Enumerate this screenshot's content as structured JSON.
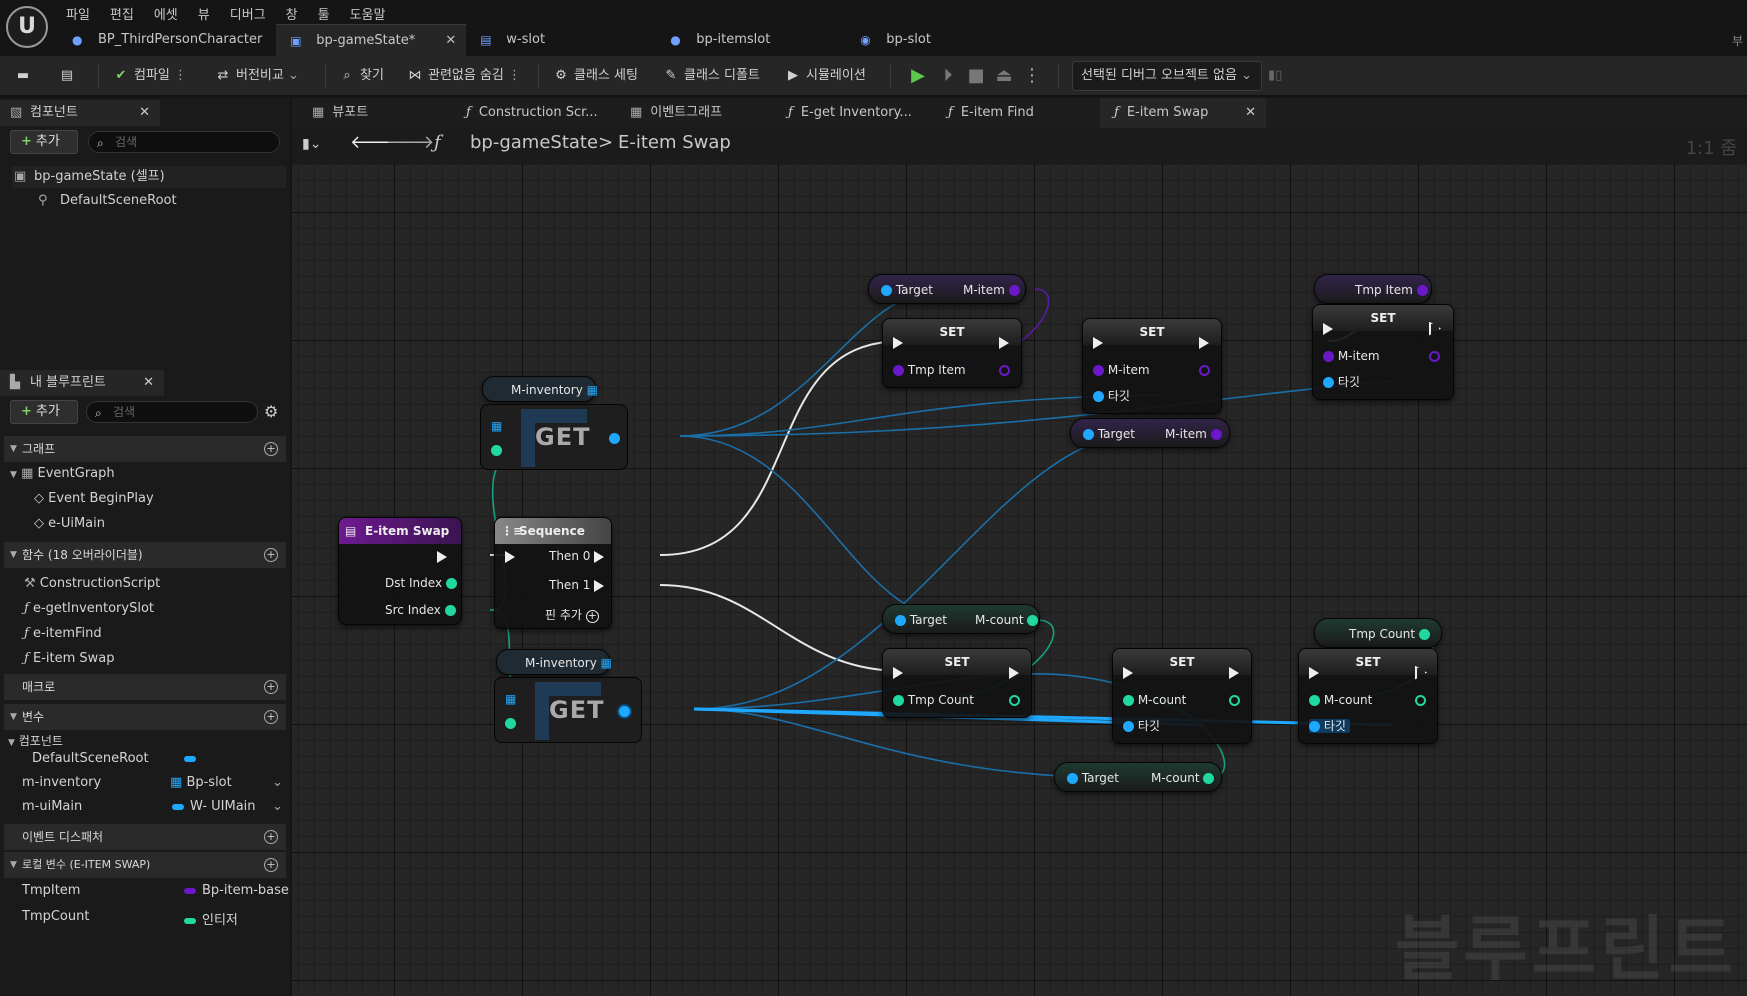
{
  "menu": [
    "파일",
    "편집",
    "에셋",
    "뷰",
    "디버그",
    "창",
    "툴",
    "도움말"
  ],
  "doc_tabs": [
    {
      "label": "BP_ThirdPersonCharacter",
      "icon": "character-icon",
      "active": false
    },
    {
      "label": "bp-gameState*",
      "icon": "blueprint-icon",
      "active": true
    },
    {
      "label": "w-slot",
      "icon": "widget-icon",
      "active": false
    },
    {
      "label": "bp-itemslot",
      "icon": "character-icon",
      "active": false
    },
    {
      "label": "bp-slot",
      "icon": "object-icon",
      "active": false
    }
  ],
  "far_right": "부",
  "toolbar": {
    "compile": "컴파일",
    "diff": "버전비교",
    "find": "찾기",
    "hide_unrelated": "관련없음 숨김",
    "class_settings": "클래스 세팅",
    "class_defaults": "클래스 디폴트",
    "simulation": "시뮬레이션",
    "debug_object": "선택된 디버그 오브젝트 없음"
  },
  "components_panel": {
    "title": "컴포넌트",
    "add": "추가",
    "search_placeholder": "검색",
    "root": "bp-gameState (셀프)",
    "child": "DefaultSceneRoot"
  },
  "mybp_panel": {
    "title": "내 블루프린트",
    "add": "추가",
    "search_placeholder": "검색",
    "graphs_section": "그래프",
    "event_graph": "EventGraph",
    "begin_play": "Event BeginPlay",
    "ui_main": "e-UiMain",
    "functions_section": "함수 (18 오버라이더블)",
    "functions": [
      "ConstructionScript",
      "e-getInventorySlot",
      "e-itemFind",
      "E-item Swap"
    ],
    "macros_section": "매크로",
    "variables_section": "변수",
    "components_sub": "컴포넌트",
    "variables": [
      {
        "name": "DefaultSceneRoot",
        "type": ""
      },
      {
        "name": "m-inventory",
        "type": "Bp-slot"
      },
      {
        "name": "m-uiMain",
        "type": "W- UIMain"
      }
    ],
    "dispatchers_section": "이벤트 디스패처",
    "locals_section": "로컬 변수 (E-ITEM SWAP)",
    "locals": [
      {
        "name": "TmpItem",
        "type": "Bp-item-base"
      },
      {
        "name": "TmpCount",
        "type": "인티저"
      }
    ]
  },
  "graph_tabs": [
    "뷰포트",
    "Construction Scr...",
    "이벤트그래프",
    "E-get Inventory...",
    "E-item Find",
    "E-item Swap"
  ],
  "breadcrumb": {
    "root": "bp-gameState",
    "sep": ">",
    "current": "E-item Swap"
  },
  "zoom": "1:1 줌",
  "watermark": "블루프린트",
  "nodes": {
    "func_entry": {
      "title": "E-item Swap",
      "pin1": "Dst Index",
      "pin2": "Src Index"
    },
    "sequence": {
      "title": "Sequence",
      "then0": "Then 0",
      "then1": "Then 1",
      "add_pin": "핀 추가"
    },
    "inv_var": "M-inventory",
    "get": "GET",
    "set": "SET",
    "target": "Target",
    "m_item": "M-item",
    "m_count": "M-count",
    "tmp_item": "Tmp Item",
    "tmp_count": "Tmp Count",
    "target_kr": "타깃"
  },
  "colors": {
    "object_pin": "#1ea8ff",
    "struct_pin": "#6a18c8",
    "int_pin": "#21d8a0",
    "exec": "#eeeeee",
    "func_header": "#6d1a8f"
  }
}
